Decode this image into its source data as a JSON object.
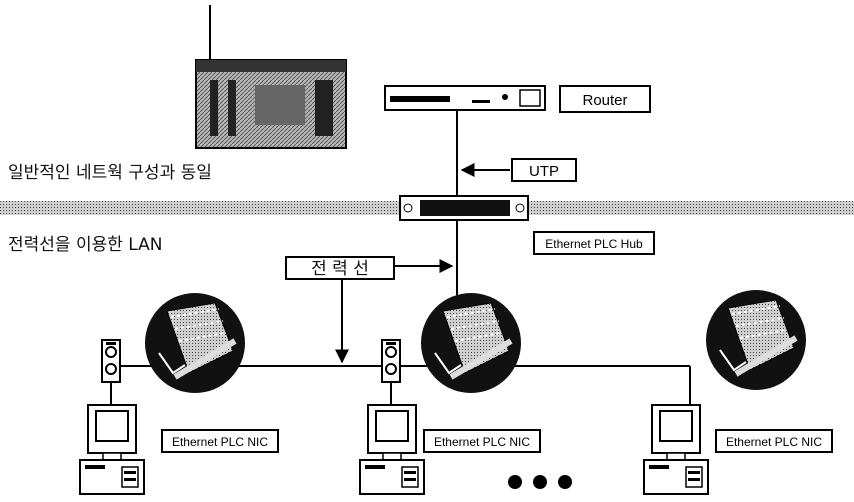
{
  "labels": {
    "router": "Router",
    "utp": "UTP",
    "hub": "Ethernet PLC Hub",
    "powerline": "전 력 선",
    "nic1": "Ethernet PLC NIC",
    "nic2": "Ethernet PLC NIC",
    "nic3": "Ethernet PLC NIC",
    "top_section": "일반적인 네트웍 구성과 동일",
    "bottom_section": "전력선을 이용한 LAN"
  },
  "icons": [
    "server-icon",
    "router-icon",
    "hub-icon",
    "computer-icon",
    "speaker-icon",
    "plc-card-icon",
    "ellipsis-dots-icon"
  ],
  "colors": {
    "ink": "#000000",
    "power_line": "#7a7a7a",
    "card_bg": "#111111"
  }
}
